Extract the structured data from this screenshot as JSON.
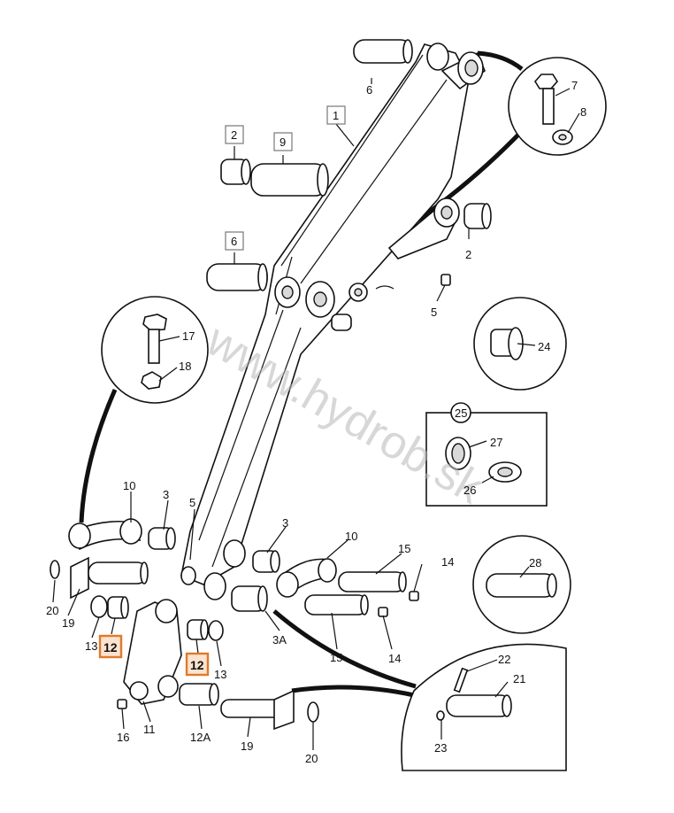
{
  "watermark": "www.hydrob.sk",
  "labels": {
    "l1": "1",
    "l2a": "2",
    "l2b": "2",
    "l3a": "3",
    "l3b": "3",
    "l3A": "3A",
    "l5a": "5",
    "l5b": "5",
    "l6a": "6",
    "l6b": "6",
    "l7": "7",
    "l8": "8",
    "l9": "9",
    "l10a": "10",
    "l10b": "10",
    "l11": "11",
    "l12a": "12",
    "l12b": "12",
    "l12A": "12A",
    "l13a": "13",
    "l13b": "13",
    "l14a": "14",
    "l14b": "14",
    "l15a": "15",
    "l15b": "15",
    "l16": "16",
    "l17": "17",
    "l18": "18",
    "l19a": "19",
    "l19b": "19",
    "l20a": "20",
    "l20b": "20",
    "l21": "21",
    "l22": "22",
    "l23": "23",
    "l24": "24",
    "l25": "25",
    "l26": "26",
    "l27": "27",
    "l28": "28"
  },
  "colors": {
    "highlight_fill": "#fbe3cf",
    "highlight_stroke": "#e07a2a"
  }
}
